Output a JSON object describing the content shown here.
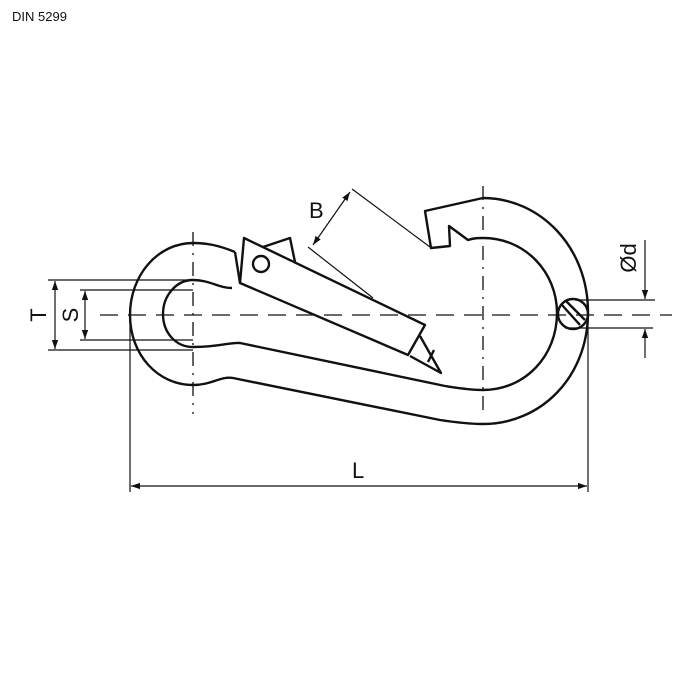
{
  "title": "DIN 5299",
  "dimensions": {
    "B": "B",
    "T": "T",
    "S": "S",
    "d": "Ød",
    "L": "L"
  },
  "colors": {
    "line": "#111111",
    "background": "#ffffff"
  }
}
